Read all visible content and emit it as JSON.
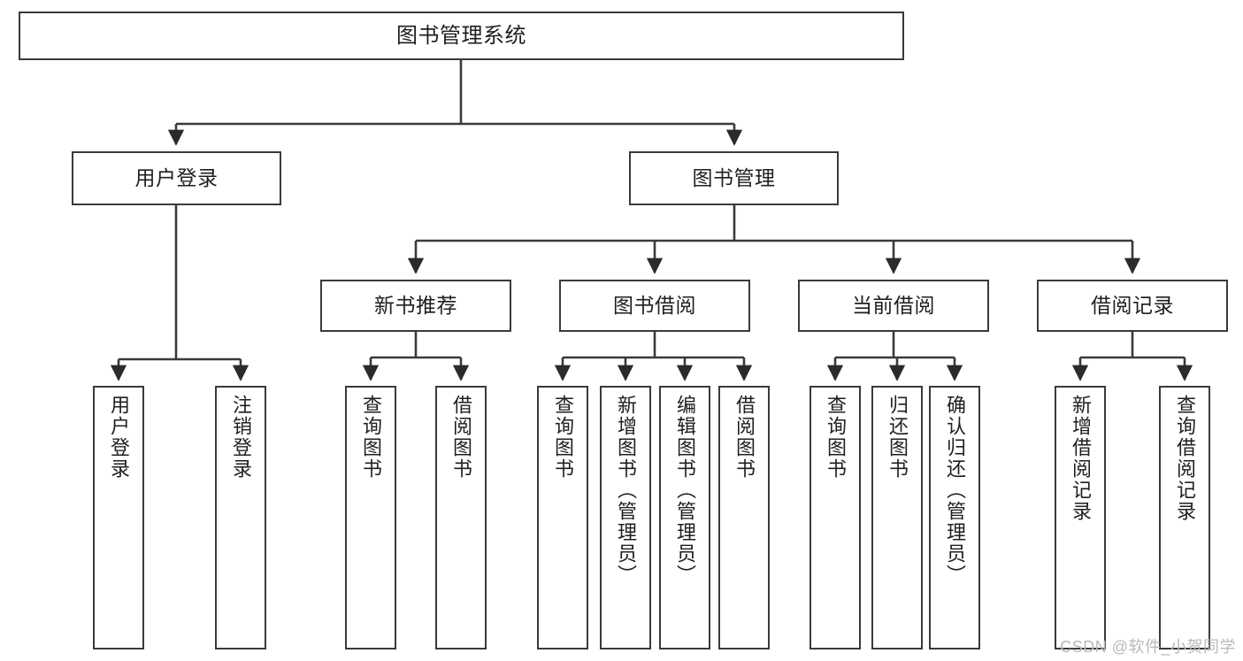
{
  "diagram": {
    "title": "图书管理系统",
    "watermark": "CSDN @软件_小贺同学",
    "line_color": "#3a3a3a",
    "box_border_color": "#3a3a3a",
    "background": "#ffffff",
    "nodes": {
      "root": {
        "label": "图书管理系统"
      },
      "level2": [
        {
          "label": "用户登录"
        },
        {
          "label": "图书管理"
        }
      ],
      "level3": [
        {
          "label": "新书推荐"
        },
        {
          "label": "图书借阅"
        },
        {
          "label": "当前借阅"
        },
        {
          "label": "借阅记录"
        }
      ],
      "leaves_user_login": [
        {
          "label": "用户登录"
        },
        {
          "label": "注销登录"
        }
      ],
      "leaves_new_book": [
        {
          "label": "查询图书"
        },
        {
          "label": "借阅图书"
        }
      ],
      "leaves_borrow": [
        {
          "label": "查询图书"
        },
        {
          "label": "新增图书（管理员）"
        },
        {
          "label": "编辑图书（管理员）"
        },
        {
          "label": "借阅图书"
        }
      ],
      "leaves_current": [
        {
          "label": "查询图书"
        },
        {
          "label": "归还图书"
        },
        {
          "label": "确认归还（管理员）"
        }
      ],
      "leaves_record": [
        {
          "label": "新增借阅记录"
        },
        {
          "label": "查询借阅记录"
        }
      ]
    }
  }
}
